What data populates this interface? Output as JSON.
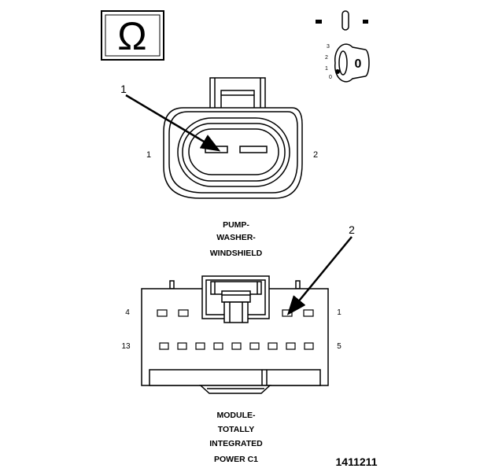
{
  "ohmmeter": {
    "symbol": "Ω"
  },
  "ignition_switch": {
    "positions": [
      "3",
      "2",
      "1",
      "0"
    ],
    "key_label": "0"
  },
  "callouts": {
    "callout_1": "1",
    "callout_2": "2"
  },
  "connector_top": {
    "pin_left": "1",
    "pin_right": "2",
    "label_lines": [
      "PUMP-",
      "WASHER-",
      "WINDSHIELD"
    ]
  },
  "connector_bottom": {
    "top_row_left": "4",
    "top_row_right": "1",
    "bottom_row_left": "13",
    "bottom_row_right": "5",
    "label_lines": [
      "MODULE-",
      "TOTALLY",
      "INTEGRATED",
      "POWER C1"
    ]
  },
  "figure_id": "1411211",
  "colors": {
    "line": "#000000",
    "background": "#ffffff"
  }
}
